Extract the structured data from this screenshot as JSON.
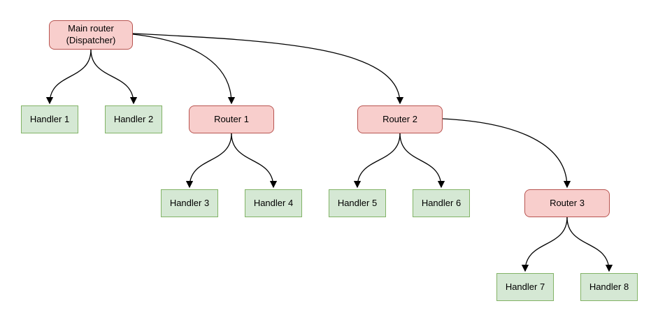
{
  "diagram": {
    "type": "flowchart",
    "nodes": {
      "main_router": {
        "label": "Main router\n(Dispatcher)",
        "kind": "router"
      },
      "handler1": {
        "label": "Handler 1",
        "kind": "handler"
      },
      "handler2": {
        "label": "Handler 2",
        "kind": "handler"
      },
      "router1": {
        "label": "Router 1",
        "kind": "router"
      },
      "router2": {
        "label": "Router 2",
        "kind": "router"
      },
      "handler3": {
        "label": "Handler 3",
        "kind": "handler"
      },
      "handler4": {
        "label": "Handler 4",
        "kind": "handler"
      },
      "handler5": {
        "label": "Handler 5",
        "kind": "handler"
      },
      "handler6": {
        "label": "Handler 6",
        "kind": "handler"
      },
      "router3": {
        "label": "Router 3",
        "kind": "router"
      },
      "handler7": {
        "label": "Handler 7",
        "kind": "handler"
      },
      "handler8": {
        "label": "Handler 8",
        "kind": "handler"
      }
    },
    "edges": [
      {
        "from": "main_router",
        "to": "handler1"
      },
      {
        "from": "main_router",
        "to": "handler2"
      },
      {
        "from": "main_router",
        "to": "router1"
      },
      {
        "from": "main_router",
        "to": "router2"
      },
      {
        "from": "router1",
        "to": "handler3"
      },
      {
        "from": "router1",
        "to": "handler4"
      },
      {
        "from": "router2",
        "to": "handler5"
      },
      {
        "from": "router2",
        "to": "handler6"
      },
      {
        "from": "router2",
        "to": "router3"
      },
      {
        "from": "router3",
        "to": "handler7"
      },
      {
        "from": "router3",
        "to": "handler8"
      }
    ],
    "colors": {
      "router_fill": "#f8cecc",
      "router_border": "#b85450",
      "handler_fill": "#d5e8d4",
      "handler_border": "#82b366",
      "edge": "#000000",
      "text": "#000000",
      "background": "#ffffff"
    }
  }
}
